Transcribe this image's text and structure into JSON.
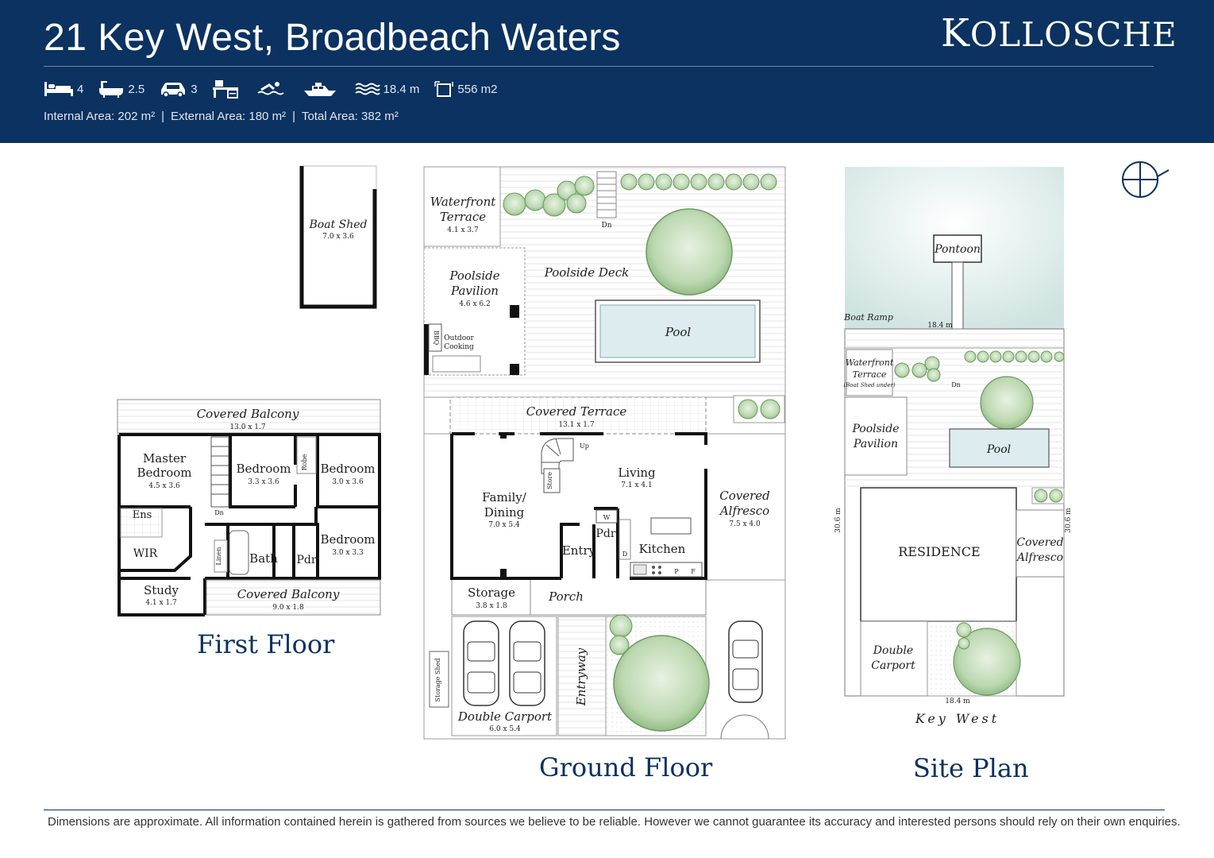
{
  "header": {
    "title_part1": "21 Key West,",
    "title_part2": "Broadbeach Waters",
    "brand_first": "K",
    "brand_rest": "OLLOSCHE",
    "stats": [
      {
        "icon": "bed-icon",
        "value": "4"
      },
      {
        "icon": "bath-icon",
        "value": "2.5"
      },
      {
        "icon": "car-icon",
        "value": "3"
      },
      {
        "icon": "desk-icon",
        "value": ""
      },
      {
        "icon": "swimmer-icon",
        "value": ""
      },
      {
        "icon": "boat-icon",
        "value": ""
      },
      {
        "icon": "water-icon",
        "value": "18.4 m"
      },
      {
        "icon": "land-icon",
        "value": "556 m2"
      }
    ],
    "areas": {
      "internal": "Internal Area:  202 m²",
      "external": "External Area: 180 m²",
      "total": "Total Area: 382 m²",
      "separator": "|"
    }
  },
  "rooms": {
    "boat_shed": {
      "name": "Boat Shed",
      "dims": "7.0 x 3.6"
    },
    "waterfront_terrace": {
      "name1": "Waterfront",
      "name2": "Terrace",
      "dims": "4.1 x 3.7"
    },
    "poolside_pavilion": {
      "name1": "Poolside",
      "name2": "Pavilion",
      "dims": "4.6 x 6.2"
    },
    "outdoor_cooking": {
      "name1": "Outdoor",
      "name2": "Cooking"
    },
    "bbq": "BBQ",
    "poolside_deck": "Poolside Deck",
    "pool": "Pool",
    "dn": "Dn",
    "covered_terrace": {
      "name": "Covered Terrace",
      "dims": "13.1 x 1.7"
    },
    "up": "Up",
    "family_dining": {
      "name1": "Family/",
      "name2": "Dining",
      "dims": "7.0 x 5.4"
    },
    "store": "Store",
    "living": {
      "name": "Living",
      "dims": "7.1 x 4.1"
    },
    "covered_alfresco": {
      "name1": "Covered",
      "name2": "Alfresco",
      "dims": "7.5 x 4.0"
    },
    "pdr": "Pdr",
    "w": "W",
    "d": "D",
    "p": "P",
    "f": "F",
    "entry": "Entry",
    "kitchen": "Kitchen",
    "storage": {
      "name": "Storage",
      "dims": "3.8 x 1.8"
    },
    "porch": "Porch",
    "storage_shed": "Storage Shed",
    "entryway": "Entryway",
    "double_carport": {
      "name": "Double Carport",
      "dims": "6.0 x 5.4"
    },
    "covered_balcony_top": {
      "name": "Covered Balcony",
      "dims": "13.0 x 1.7"
    },
    "master_bedroom": {
      "name1": "Master",
      "name2": "Bedroom",
      "dims": "4.5 x 3.6"
    },
    "bedroom_a": {
      "name": "Bedroom",
      "dims": "3.3 x 3.6"
    },
    "robe": "Robe",
    "bedroom_b": {
      "name": "Bedroom",
      "dims": "3.0 x 3.6"
    },
    "ens": "Ens",
    "wir": "WIR",
    "linen": "Linen",
    "bath": "Bath",
    "bedroom_c": {
      "name": "Bedroom",
      "dims": "3.0 x 3.3"
    },
    "study": {
      "name": "Study",
      "dims": "4.1 x 1.7"
    },
    "covered_balcony_bottom": {
      "name": "Covered Balcony",
      "dims": "9.0 x 1.8"
    }
  },
  "site": {
    "pontoon": "Pontoon",
    "boat_ramp": "Boat Ramp",
    "frontage_top": "18.4 m",
    "waterfront_terrace1": "Waterfront",
    "waterfront_terrace2": "Terrace",
    "boat_shed_under": "(Boat Shed under)",
    "dn": "Dn",
    "poolside_pavilion1": "Poolside",
    "poolside_pavilion2": "Pavilion",
    "pool": "Pool",
    "residence": "RESIDENCE",
    "covered_alfresco1": "Covered",
    "covered_alfresco2": "Alfresco",
    "double_carport1": "Double",
    "double_carport2": "Carport",
    "side_left": "30.6 m",
    "side_right": "30.6 m",
    "frontage_bottom": "18.4 m",
    "street": "Key West"
  },
  "labels": {
    "first_floor": "First Floor",
    "ground_floor": "Ground Floor",
    "site_plan": "Site Plan"
  },
  "footer": {
    "disclaimer": "Dimensions are approximate.  All information contained herein is gathered from sources we believe to be reliable.  However we cannot guarantee its accuracy and interested persons should rely on their own enquiries."
  }
}
